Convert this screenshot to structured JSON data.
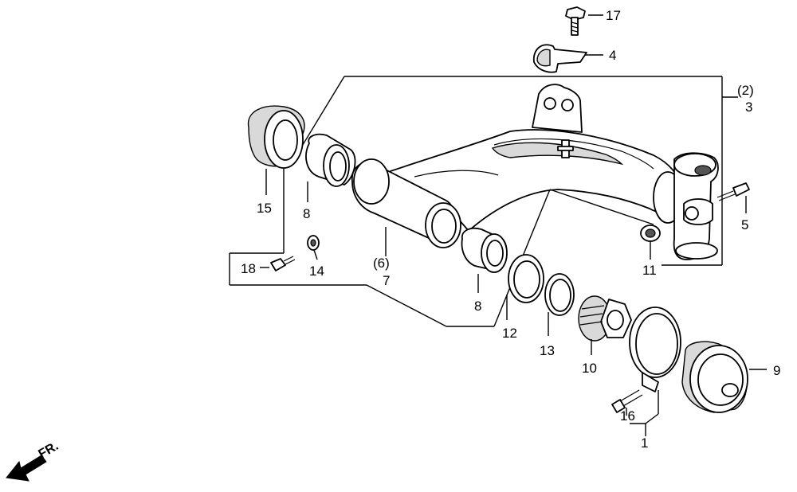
{
  "callouts": {
    "c17": "17",
    "c4": "4",
    "c2": "(2)",
    "c3": "3",
    "c15": "15",
    "c8a": "8",
    "c6": "(6)",
    "c7": "7",
    "c5": "5",
    "c11": "11",
    "c18": "18",
    "c14": "14",
    "c8b": "8",
    "c12": "12",
    "c13": "13",
    "c10": "10",
    "c9": "9",
    "c16": "16",
    "c1": "1"
  },
  "direction_label": "FR.",
  "icons": {
    "front_arrow": "arrow-icon"
  }
}
